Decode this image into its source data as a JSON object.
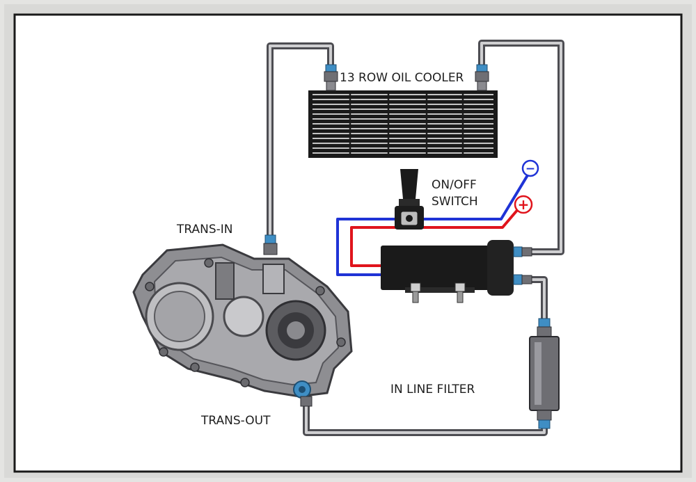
{
  "diagram": {
    "labels": {
      "oil_cooler": "13 ROW OIL COOLER",
      "switch_line1": "ON/OFF",
      "switch_line2": "SWITCH",
      "trans_in": "TRANS-IN",
      "trans_out": "TRANS-OUT",
      "filter": "IN LINE FILTER"
    },
    "terminals": {
      "negative": "−",
      "positive": "+"
    },
    "colors": {
      "hose": "#55555a",
      "hose_inner": "#c9c9cb",
      "fitting": "#3f8ec4",
      "negative_wire": "#1f33d6",
      "positive_wire": "#e0141c",
      "frame": "#1a1a1a",
      "background": "#ffffff"
    }
  }
}
